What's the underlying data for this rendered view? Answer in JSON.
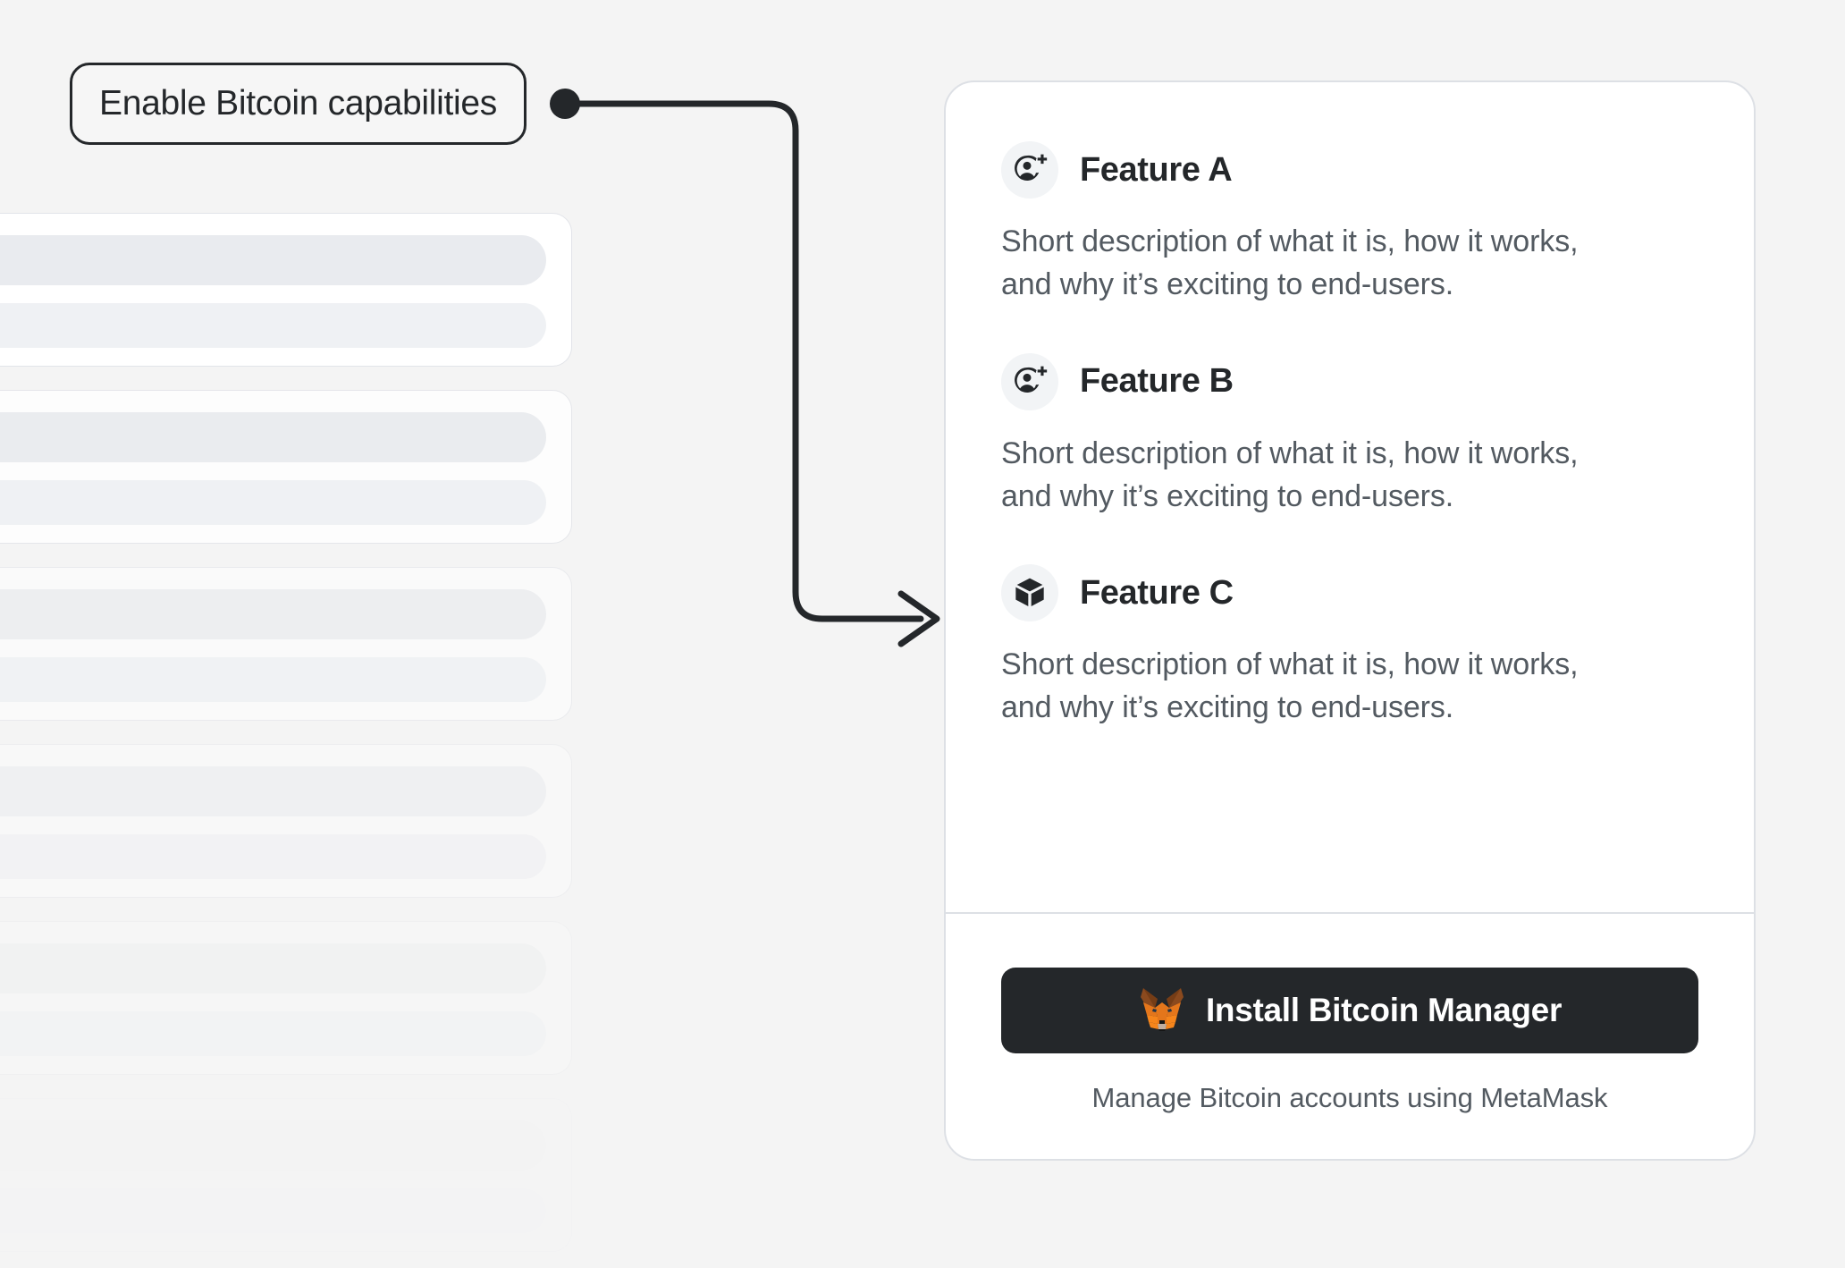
{
  "background": {
    "color": "#F4F4F4",
    "skeleton_cards": [
      {
        "opacity": 1.0
      },
      {
        "opacity": 0.82
      },
      {
        "opacity": 0.6
      },
      {
        "opacity": 0.38
      },
      {
        "opacity": 0.2
      },
      {
        "opacity": 0.08
      }
    ]
  },
  "callout": {
    "label": "Enable Bitcoin capabilities",
    "border_color": "#24272A",
    "text_color": "#24272A"
  },
  "connector": {
    "stroke_color": "#24272A",
    "dot_label": "connector-start-dot",
    "arrow_label": "connector-arrowhead"
  },
  "panel": {
    "background": "#FFFFFF",
    "border_color": "#DDE0E5",
    "features": [
      {
        "icon": "add-account-icon",
        "title": "Feature A",
        "description": "Short description of what it is, how it works, and why it’s exciting to end-users."
      },
      {
        "icon": "add-account-icon",
        "title": "Feature B",
        "description": "Short description of what it is, how it works, and why it’s exciting to end-users."
      },
      {
        "icon": "cube-icon",
        "title": "Feature C",
        "description": "Short description of what it is, how it works, and why it’s exciting to end-users."
      }
    ],
    "footer": {
      "button_icon": "metamask-fox-icon",
      "button_label": "Install Bitcoin Manager",
      "button_color": "#24272A",
      "caption": "Manage Bitcoin accounts using MetaMask"
    }
  }
}
